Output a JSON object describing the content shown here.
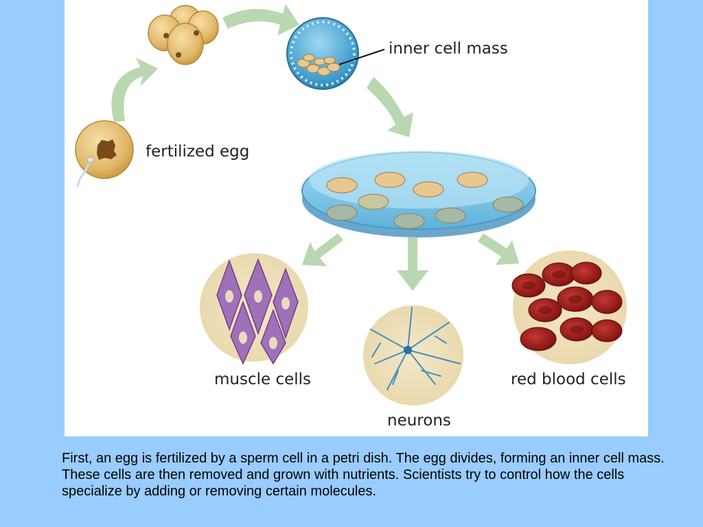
{
  "diagram": {
    "labels": {
      "inner_cell_mass": "inner cell mass",
      "fertilized_egg": "fertilized egg",
      "muscle_cells": "muscle cells",
      "neurons": "neurons",
      "red_blood_cells": "red blood cells"
    },
    "colors": {
      "background": "#99ccff",
      "arrow": "#b9d7b0",
      "egg": "#e0b868",
      "petri_dish": "#7fc6ea",
      "muscle": "#a070b8",
      "neuron": "#3f8fc0",
      "blood": "#9a1818"
    }
  },
  "caption": "First, an egg is fertilized by a sperm cell in a petri dish. The egg divides, forming an inner cell mass. These cells are then removed and grown with nutrients. Scientists try to control how the cells specialize by adding or removing certain molecules."
}
